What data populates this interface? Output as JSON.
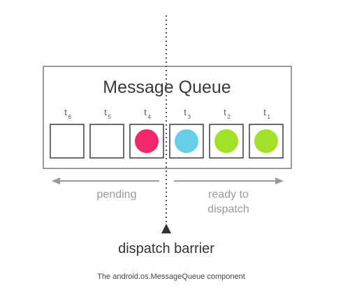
{
  "queue": {
    "title": "Message Queue",
    "slots": [
      {
        "label": "t",
        "sub": "6",
        "filled": false,
        "color": null
      },
      {
        "label": "t",
        "sub": "5",
        "filled": false,
        "color": null
      },
      {
        "label": "t",
        "sub": "4",
        "filled": true,
        "color": "#f2286d"
      },
      {
        "label": "t",
        "sub": "3",
        "filled": true,
        "color": "#66cfe8"
      },
      {
        "label": "t",
        "sub": "2",
        "filled": true,
        "color": "#a3e02a"
      },
      {
        "label": "t",
        "sub": "1",
        "filled": true,
        "color": "#a3e02a"
      }
    ]
  },
  "arrows": {
    "left_label": "pending",
    "right_label_line1": "ready to",
    "right_label_line2": "dispatch"
  },
  "barrier": {
    "label": "dispatch barrier"
  },
  "caption": "The android.os.MessageQueue component",
  "colors": {
    "frame": "#7a7a7a",
    "arrow": "#9a9a9a",
    "text_dark": "#333333"
  }
}
